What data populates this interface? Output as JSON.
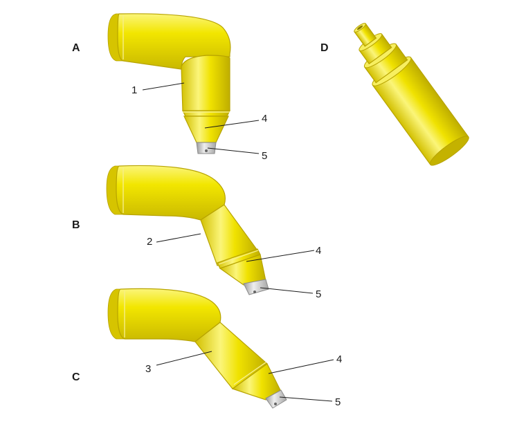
{
  "panels": {
    "A": {
      "label": "A",
      "callouts": [
        "1",
        "4",
        "5"
      ]
    },
    "B": {
      "label": "B",
      "callouts": [
        "2",
        "4",
        "5"
      ]
    },
    "C": {
      "label": "C",
      "callouts": [
        "3",
        "4",
        "5"
      ]
    },
    "D": {
      "label": "D"
    }
  },
  "colors": {
    "body_yellow": "#e6d400",
    "highlight_yellow": "#fbf57a",
    "edge_yellow": "#b7a300",
    "tip_grey": "#c9c9c9"
  }
}
